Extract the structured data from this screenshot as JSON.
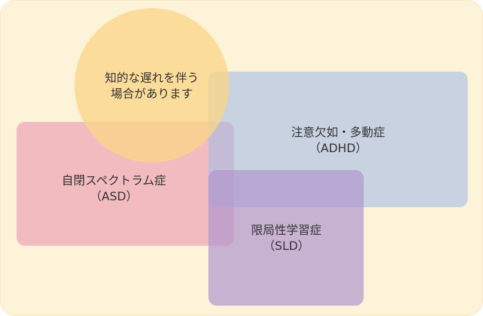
{
  "diagram": {
    "intellectual_disability": {
      "line1": "知的な遅れを伴う",
      "line2": "場合があります"
    },
    "adhd": {
      "line1": "注意欠如・多動症",
      "line2": "（ADHD）"
    },
    "asd": {
      "line1": "自閉スペクトラム症",
      "line2": "（ASD）"
    },
    "sld": {
      "line1": "限局性学習症",
      "line2": "（SLD）"
    }
  },
  "colors": {
    "background": "#fdf3d9",
    "asd": "#f1b7bf",
    "adhd": "#a8bde5",
    "sld": "#b096ce",
    "intellectual_disability": "#fad588"
  }
}
